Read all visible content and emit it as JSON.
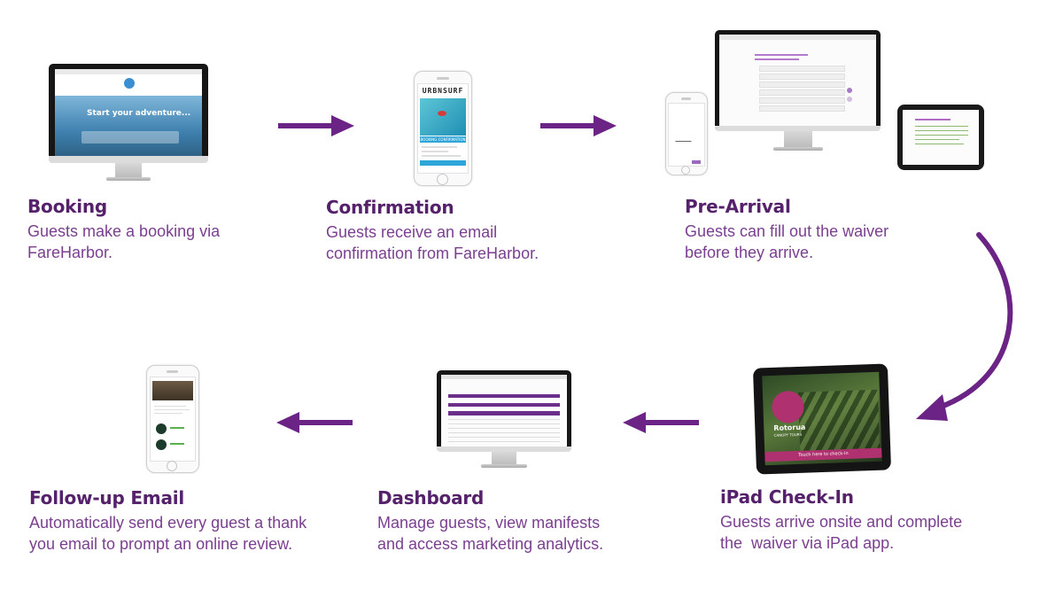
{
  "steps": [
    {
      "title": "Booking",
      "desc1": "Guests make a booking via",
      "desc2": "FareHarbor."
    },
    {
      "title": "Confirmation",
      "desc1": "Guests receive an email",
      "desc2": "confirmation from FareHarbor."
    },
    {
      "title": "Pre-Arrival",
      "desc1": "Guests can fill out the waiver",
      "desc2": "before they arrive."
    },
    {
      "title": "iPad Check-In",
      "desc1": "Guests arrive onsite and complete",
      "desc2": "the  waiver via iPad app."
    },
    {
      "title": "Dashboard",
      "desc1": "Manage guests, view manifests",
      "desc2": "and access marketing analytics."
    },
    {
      "title": "Follow-up Email",
      "desc1": "Automatically send every guest a thank",
      "desc2": "you email to prompt an online review."
    }
  ],
  "screens": {
    "booking_hero": "Start your adventure...",
    "confirmation_brand": "URBNSURF",
    "confirmation_banner": "BOOKING CONFIRMATION",
    "ipad_logo_line1": "Rotorua",
    "ipad_logo_line2": "CANOPY TOURS",
    "ipad_button": "Touch here to check-in"
  },
  "colors": {
    "accent_purple": "#6b2385",
    "title_purple": "#55216b",
    "desc_purple": "#7a3f8f"
  }
}
